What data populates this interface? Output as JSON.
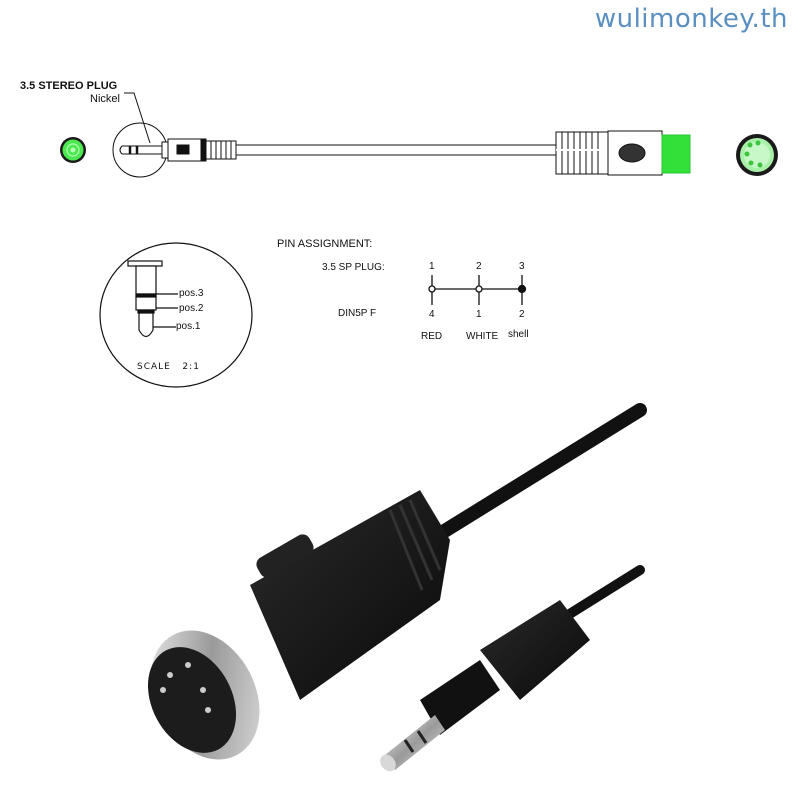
{
  "watermark": "wulimonkey.th",
  "top_drawing": {
    "plug_title": "3.5 STEREO  PLUG",
    "plug_material": "Nickel",
    "colors": {
      "accent_green": "#33e03a",
      "line": "#111111"
    }
  },
  "detail_view": {
    "labels": [
      "pos.3",
      "pos.2",
      "pos.1"
    ],
    "scale": "SCALE   2:1"
  },
  "pin_assignment": {
    "title": "PIN ASSIGNMENT:",
    "row1_label": "3.5 SP PLUG:",
    "row2_label": "DIN5P F",
    "columns": [
      {
        "plug_pin": "1",
        "din_pin": "4",
        "wire": "RED",
        "dot": "open"
      },
      {
        "plug_pin": "2",
        "din_pin": "1",
        "wire": "WHITE",
        "dot": "open"
      },
      {
        "plug_pin": "3",
        "din_pin": "2",
        "wire": "shell",
        "dot": "filled"
      }
    ]
  },
  "photo": {
    "subject": "5-pin DIN male to 3.5mm stereo plug cable",
    "colors": {
      "cable": "#111111",
      "metal": "#c8c8c8"
    }
  }
}
